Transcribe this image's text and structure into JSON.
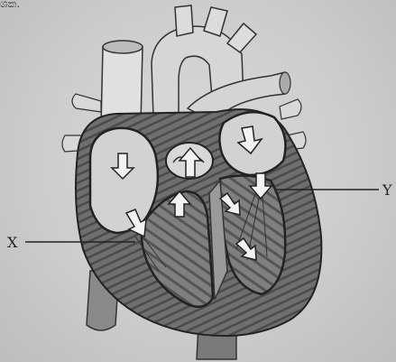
{
  "corner_text": "ශක.",
  "labels": {
    "x": "X",
    "y": "Y"
  },
  "icons": {
    "heart": "heart-longitudinal-section-illustration",
    "arrow": "blood-flow-arrow-icon"
  }
}
